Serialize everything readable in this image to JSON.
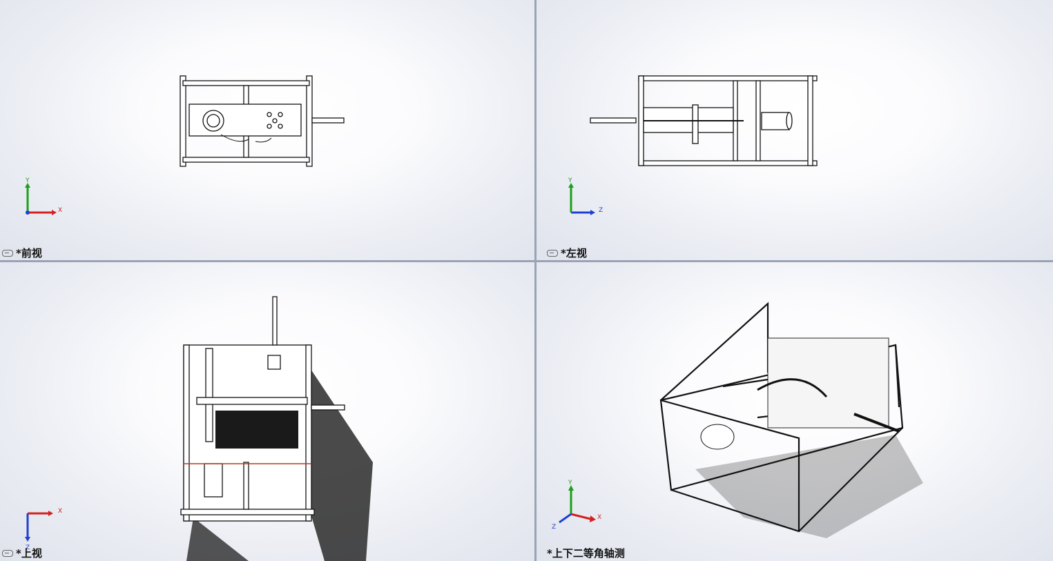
{
  "viewports": {
    "front": {
      "label": "*前视",
      "axes": {
        "h": "X",
        "v": "Y"
      }
    },
    "left": {
      "label": "*左视",
      "axes": {
        "h": "Z",
        "v": "Y"
      }
    },
    "top": {
      "label": "*上视",
      "axes": {
        "h": "X",
        "v": "Z"
      }
    },
    "iso": {
      "label": "*上下二等角轴测",
      "axes": {
        "h": "X",
        "v": "Y",
        "d": "Z"
      }
    }
  },
  "colors": {
    "x_axis": "#d42020",
    "y_axis": "#1aa01a",
    "z_axis": "#1f3fd0"
  }
}
